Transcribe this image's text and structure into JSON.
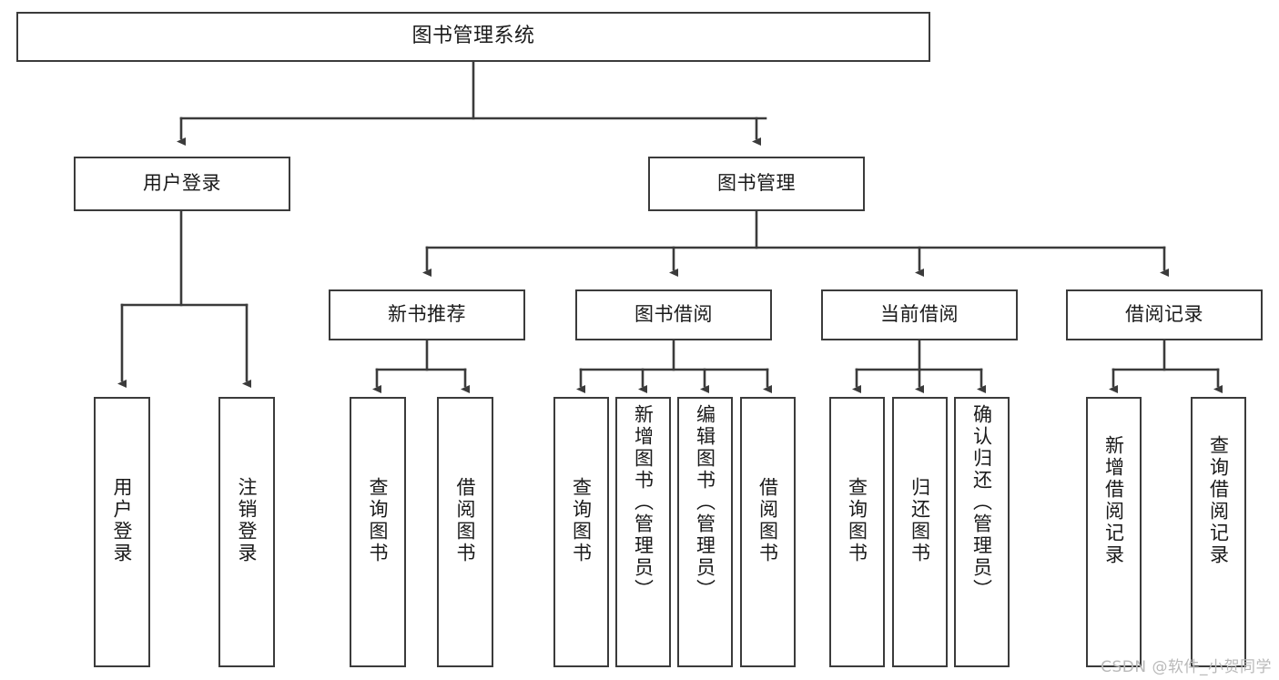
{
  "diagram": {
    "type": "tree-hierarchy",
    "title": "图书管理系统",
    "orientation": "top-down",
    "colors": {
      "box_border": "#3b3b3b",
      "box_fill": "#ffffff",
      "connector": "#3b3b3b",
      "text": "#1a1a1a",
      "watermark": "#b9b9b9"
    },
    "levels": {
      "level1": [
        {
          "id": "root",
          "label": "图书管理系统"
        }
      ],
      "level2": [
        {
          "id": "user-login",
          "label": "用户登录"
        },
        {
          "id": "book-manage",
          "label": "图书管理"
        }
      ],
      "level3": [
        {
          "id": "new-book-rec",
          "label": "新书推荐"
        },
        {
          "id": "book-borrow",
          "label": "图书借阅"
        },
        {
          "id": "current-borrow",
          "label": "当前借阅"
        },
        {
          "id": "borrow-record",
          "label": "借阅记录"
        }
      ],
      "level4": [
        {
          "id": "leaf-user-login",
          "parent": "user-login",
          "label": "用户登录"
        },
        {
          "id": "leaf-logout",
          "parent": "user-login",
          "label": "注销登录"
        },
        {
          "id": "leaf-query-book-1",
          "parent": "new-book-rec",
          "label": "查询图书"
        },
        {
          "id": "leaf-borrow-book-1",
          "parent": "new-book-rec",
          "label": "借阅图书"
        },
        {
          "id": "leaf-query-book-2",
          "parent": "book-borrow",
          "label": "查询图书"
        },
        {
          "id": "leaf-add-book",
          "parent": "book-borrow",
          "label": "新增图书（管理员）"
        },
        {
          "id": "leaf-edit-book",
          "parent": "book-borrow",
          "label": "编辑图书（管理员）"
        },
        {
          "id": "leaf-borrow-book-2",
          "parent": "book-borrow",
          "label": "借阅图书"
        },
        {
          "id": "leaf-query-book-3",
          "parent": "current-borrow",
          "label": "查询图书"
        },
        {
          "id": "leaf-return-book",
          "parent": "current-borrow",
          "label": "归还图书"
        },
        {
          "id": "leaf-confirm-return",
          "parent": "current-borrow",
          "label": "确认归还（管理员）"
        },
        {
          "id": "leaf-add-record",
          "parent": "borrow-record",
          "label": "新增借阅记录"
        },
        {
          "id": "leaf-query-record",
          "parent": "borrow-record",
          "label": "查询借阅记录"
        }
      ]
    }
  },
  "watermark": {
    "text": "CSDN @软件_小贺同学"
  }
}
